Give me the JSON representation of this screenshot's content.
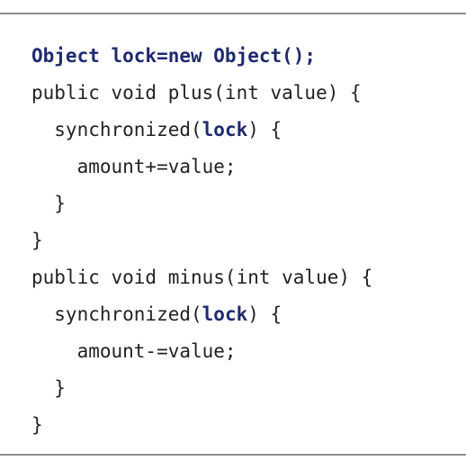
{
  "code": {
    "line1": {
      "bold": "Object lock=new Object();"
    },
    "line2": {
      "text": "public void plus(int value) {"
    },
    "line3": {
      "before": "  synchronized(",
      "bold": "lock",
      "after": ") {"
    },
    "line4": {
      "text": "    amount+=value;"
    },
    "line5": {
      "text": "  }"
    },
    "line6": {
      "text": "}"
    },
    "line7": {
      "text": "public void minus(int value) {"
    },
    "line8": {
      "before": "  synchronized(",
      "bold": "lock",
      "after": ") {"
    },
    "line9": {
      "text": "    amount-=value;"
    },
    "line10": {
      "text": "  }"
    },
    "line11": {
      "text": "}"
    }
  },
  "colors": {
    "keyword_bold": "#1f2a6e",
    "text": "#222222",
    "border": "#8d8d8d"
  }
}
